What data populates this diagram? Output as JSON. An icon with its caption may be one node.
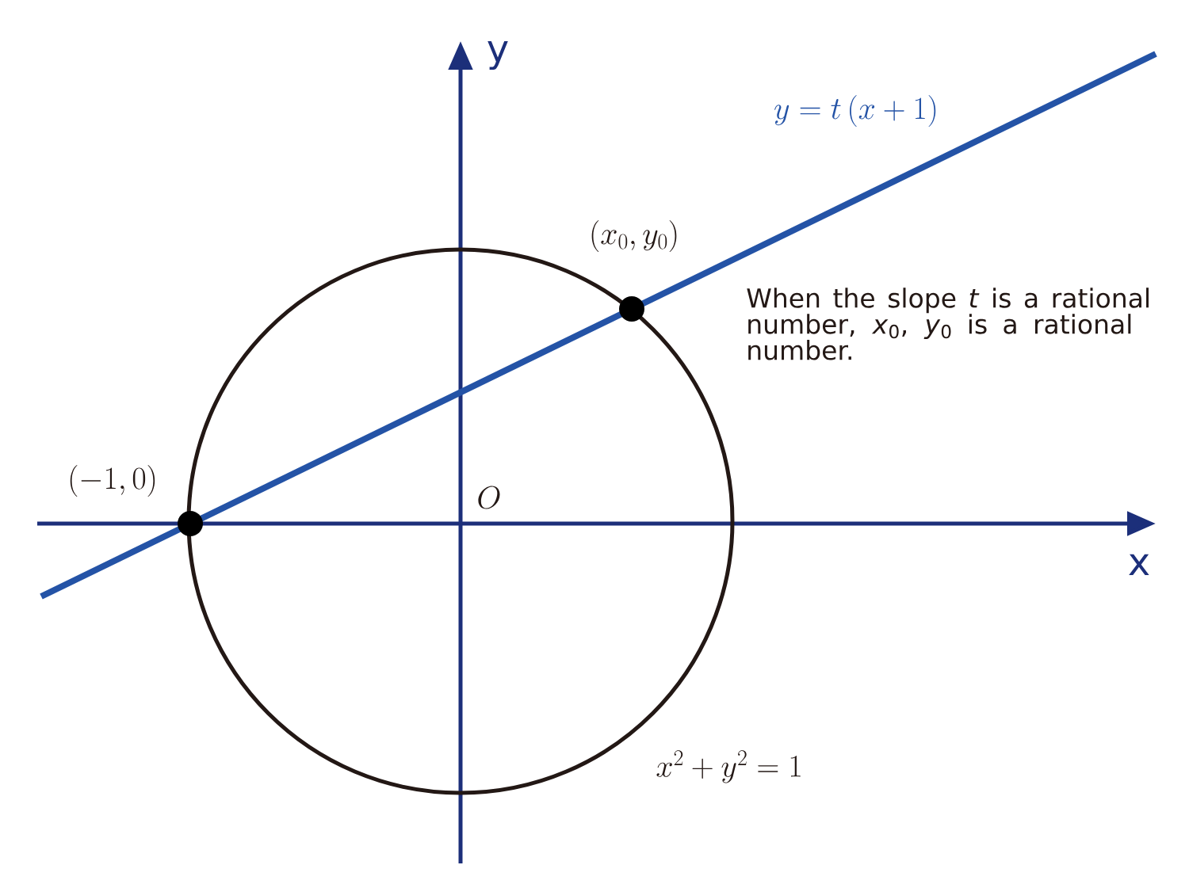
{
  "diagram": {
    "labels": [
      "y",
      "y=t\\,(x+1)",
      "(x_0,y_0)",
      "When the slope *t* is a rational number, *x*$_{0}$, *y*$_{0}$ is a rational number.",
      "(-1,0)",
      "O",
      "x",
      "x^2+y^2=1"
    ]
  }
}
